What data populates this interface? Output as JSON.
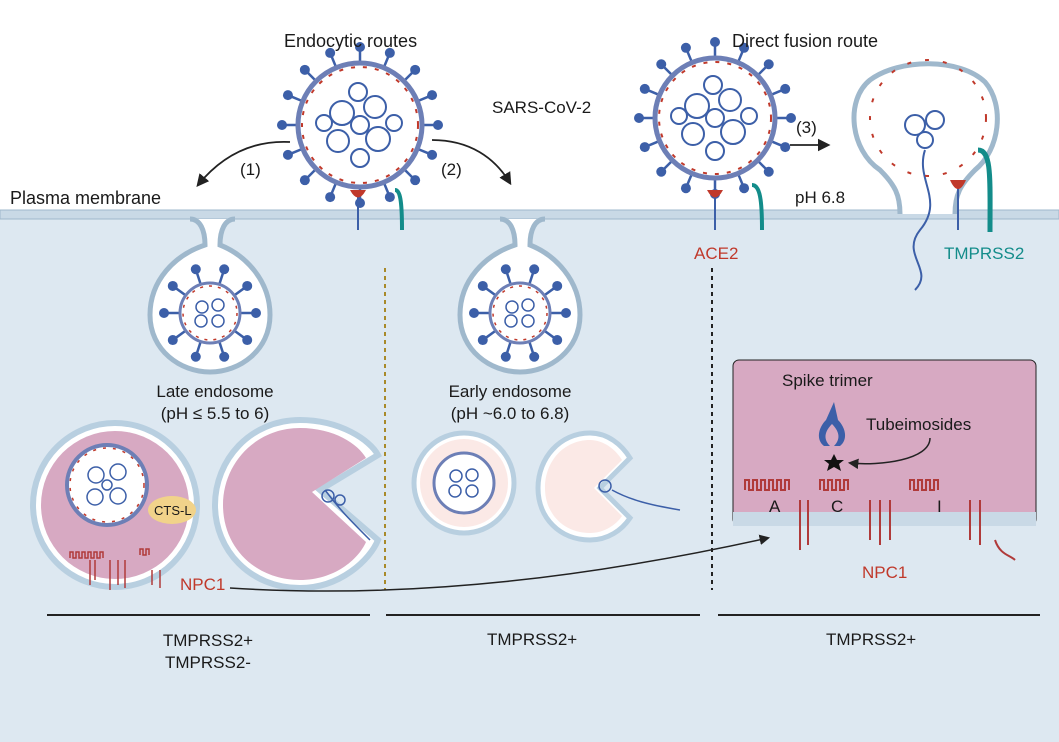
{
  "labels": {
    "endocytic_routes": "Endocytic routes",
    "direct_fusion_route": "Direct fusion route",
    "sars_cov_2": "SARS-CoV-2",
    "step1": "(1)",
    "step2": "(2)",
    "step3": "(3)",
    "plasma_membrane": "Plasma membrane",
    "ph_68": "pH 6.8",
    "ace2": "ACE2",
    "tmprss2": "TMPRSS2",
    "late_endosome": "Late endosome\n(pH ≤ 5.5 to 6)",
    "early_endosome": "Early endosome\n(pH ~6.0 to 6.8)",
    "cts_l": "CTS-L",
    "npc1_left": "NPC1",
    "spike_trimer": "Spike trimer",
    "tubeimosides": "Tubeimosides",
    "domain_a": "A",
    "domain_c": "C",
    "domain_i": "I",
    "npc1_right": "NPC1",
    "bottom_left": "TMPRSS2+\nTMPRSS2-",
    "bottom_mid": "TMPRSS2+",
    "bottom_right": "TMPRSS2+"
  },
  "colors": {
    "cytoplasm": "#dde8f1",
    "membrane": "#b8cfe0",
    "late_endosome_fill": "#d7a9c2",
    "early_endosome_fill": "#fbe9e6",
    "virus_spike": "#3c5fa8",
    "ace2": "#c0392b",
    "tmprss2": "#138c8a",
    "npc1": "#b03a3a"
  }
}
